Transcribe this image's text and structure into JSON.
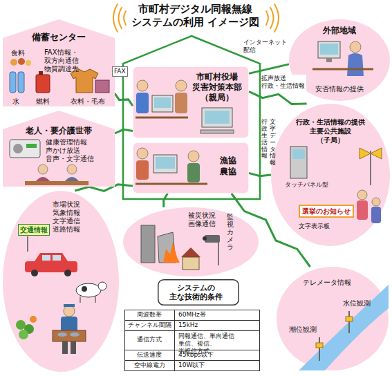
{
  "diagram": {
    "title": "市町村デジタル同報無線 システムの利用 イメージ図",
    "nodes": [
      {
        "text": [
          "備蓄センター",
          "食料",
          "FAX情報・双方向通信 物質調達先",
          "水",
          "燃料",
          "衣料・毛布"
        ]
      },
      {
        "text": [
          "市町村役場 災害対策本部 （親局）"
        ]
      },
      {
        "text": [
          "外部地域",
          "安否情報の提供"
        ]
      },
      {
        "text": [
          "老人・要介護世帯",
          "健康管理情報 声かけ放送 音声・文字通信"
        ]
      },
      {
        "text": [
          "漁協 農協"
        ]
      },
      {
        "text": [
          "行政・生活情報の提供 主要公共施設 （子局）",
          "タッチパネル型",
          "選挙のお知らせ",
          "文字表示板"
        ]
      },
      {
        "text": [
          "交通情報",
          "市場状況 気象情報 文字通信 道路情報"
        ]
      },
      {
        "text": [
          "被災状況 画像通信",
          "監視カメラ"
        ]
      },
      {
        "text": [
          "システムの 主な技術的条件"
        ]
      },
      {
        "text": [
          "テレメータ情報",
          "水位観測",
          "潮位観測"
        ]
      }
    ],
    "edges": [
      {
        "from": 1,
        "to": 0,
        "arrow": "none"
      },
      {
        "from": 1,
        "to": 2,
        "label": "インターネット 配信",
        "arrow": "none"
      },
      {
        "from": 1,
        "to": 3,
        "arrow": "none"
      },
      {
        "from": 1,
        "to": 5,
        "label": "拡声放送 行政・生活情報",
        "arrow": "none"
      },
      {
        "from": 4,
        "to": 5,
        "label": "文字データ情報",
        "arrow": "none"
      },
      {
        "from": 4,
        "to": 6,
        "arrow": "none"
      },
      {
        "from": 4,
        "to": 7,
        "arrow": "none"
      },
      {
        "from": 4,
        "to": 9,
        "arrow": "none"
      }
    ],
    "labels": [
      "FAX",
      "行政・生活情報",
      "周波数帯",
      "60MHz帯",
      "チャンネル間隔",
      "15kHz",
      "通信方式",
      "同報通信、単向通信 単信、複信、半複信方式",
      "伝送速度",
      "45kbps以下",
      "空中線電力",
      "10W以下"
    ]
  }
}
